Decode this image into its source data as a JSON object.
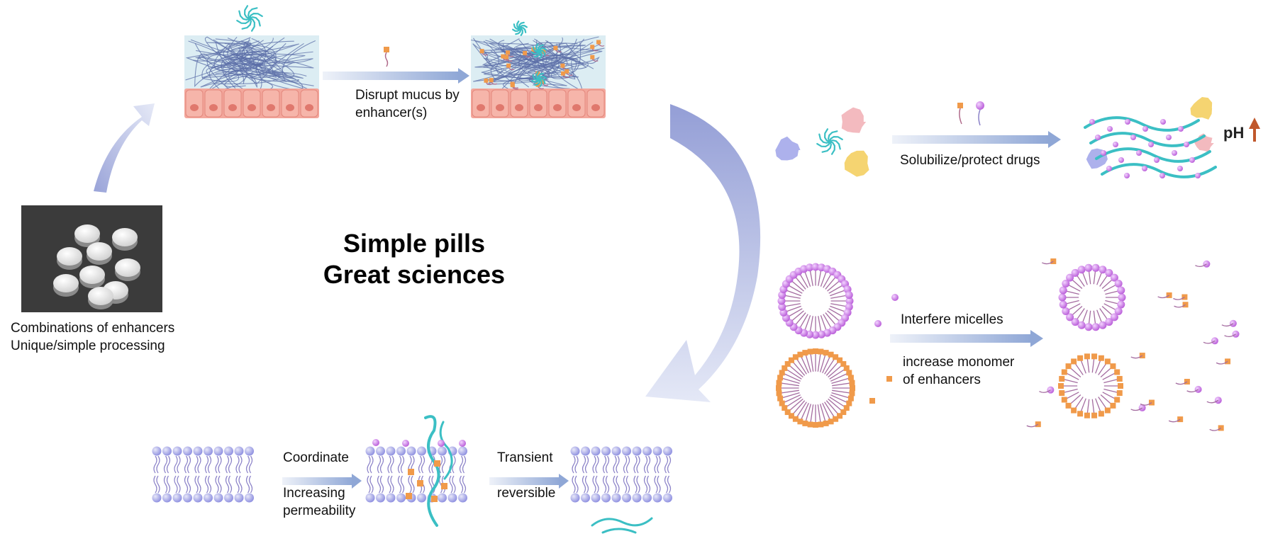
{
  "title": {
    "line1": "Simple pills",
    "line2": "Great sciences"
  },
  "pills_caption": {
    "line1": "Combinations of enhancers",
    "line2": "Unique/simple processing"
  },
  "mucus": {
    "line1": "Disrupt mucus by",
    "line2": "enhancer(s)"
  },
  "drugs": {
    "label": "Solubilize/protect drugs",
    "ph_label": "pH"
  },
  "micelles": {
    "label": "Interfere micelles",
    "line1": "increase monomer",
    "line2": "of enhancers"
  },
  "membrane": {
    "coordinate": "Coordinate",
    "increasing1": "Increasing",
    "increasing2": "permeability",
    "transient": "Transient",
    "reversible": "reversible"
  },
  "colors": {
    "arrow_blue": "#8fa7d6",
    "cycle_arrow": "#9aa6d8",
    "mucus_bg": "#dcedf3",
    "mucus_fiber": "#5c6fa8",
    "cell": "#f3a79c",
    "cell_nucleus": "#e0786d",
    "lipid_head": "#9b9ce8",
    "lipid_tail": "#8b82c8",
    "enhancer_orange": "#f09a4a",
    "enhancer_purple": "#c26ae0",
    "drug_teal": "#3bbfc4",
    "ph_arrow": "#c0582c"
  }
}
